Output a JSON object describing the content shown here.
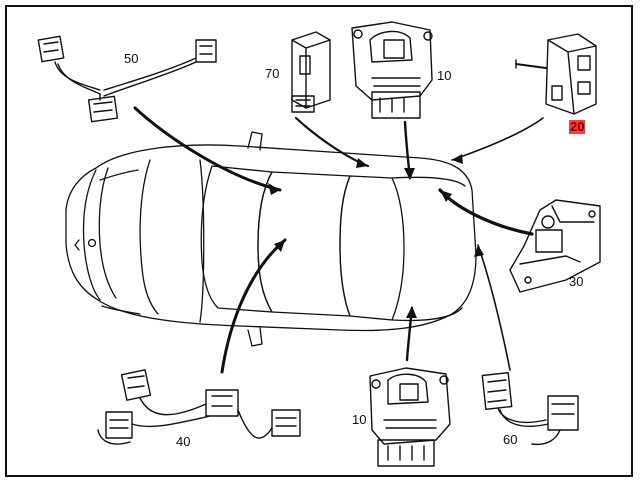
{
  "callouts": {
    "c50": "50",
    "c70": "70",
    "c10_top": "10",
    "c20": "20",
    "c30": "30",
    "c40": "40",
    "c10_bottom": "10",
    "c60": "60"
  },
  "highlight_color": "#ff3b3b",
  "line_color": "#111111"
}
